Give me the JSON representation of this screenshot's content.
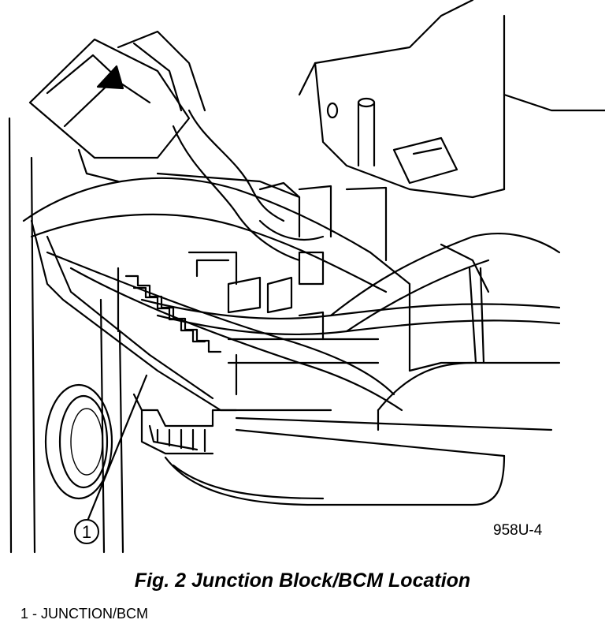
{
  "figure": {
    "caption": "Fig. 2 Junction Block/BCM Location",
    "code": "958U-4"
  },
  "callouts": [
    {
      "number": "1"
    }
  ],
  "legend": [
    {
      "text": "1 - JUNCTION/BCM"
    }
  ]
}
